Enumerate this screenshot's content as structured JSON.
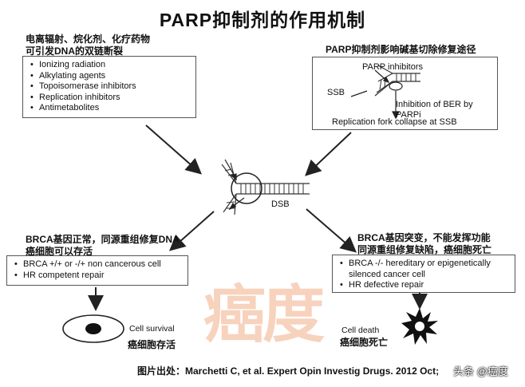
{
  "title": "PARP抑制剂的作用机制",
  "top_left": {
    "caption_line1": "电离辐射、烷化剂、化疗药物",
    "caption_line2": "可引发DNA的双链断裂",
    "items": [
      "Ionizing radiation",
      "Alkylating agents",
      "Topoisomerase inhibitors",
      "Replication inhibitors",
      "Antimetabolites"
    ]
  },
  "top_right": {
    "caption": "PARP抑制剂影响碱基切除修复途径",
    "parp_inhibitors": "PARP inhibitors",
    "ssb": "SSB",
    "inhibition": "Inhibition of BER by PARPi",
    "collapse": "Replication fork collapse at SSB"
  },
  "center": {
    "dsb": "DSB"
  },
  "bottom_left": {
    "caption_line1": "BRCA基因正常，同源重组修复DNA",
    "caption_line2": "癌细胞可以存活",
    "items": [
      "BRCA +/+ or -/+ non cancerous cell",
      "HR competent repair"
    ],
    "outcome_en": "Cell survival",
    "outcome_zh": "癌细胞存活"
  },
  "bottom_right": {
    "caption_line1": "BRCA基因突变，不能发挥功能",
    "caption_line2": "同源重组修复缺陷，癌细胞死亡",
    "items": [
      "BRCA -/- hereditary or epigenetically silenced cancer cell",
      "HR defective repair"
    ],
    "outcome_en": "Cell death",
    "outcome_zh": "癌细胞死亡"
  },
  "source": "图片出处：Marchetti C, et al. Expert Opin Investig Drugs. 2012 Oct;",
  "watermark": {
    "text": "癌度",
    "account": "头条 @癌度"
  }
}
